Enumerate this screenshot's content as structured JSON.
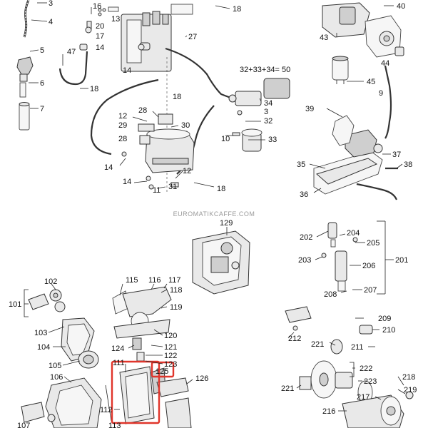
{
  "watermark": "EUROMATIKCAFFE.COM",
  "formula": "32+33+34= 50",
  "highlight_color": "#e0352b",
  "labels": {
    "l3a": "3",
    "l4": "4",
    "l5": "5",
    "l6": "6",
    "l7": "7",
    "l16": "16",
    "l20": "20",
    "l17": "17",
    "l14a": "14",
    "l13": "13",
    "l18a": "18",
    "l27": "27",
    "l14b": "14",
    "l47": "47",
    "l18b": "18",
    "l40": "40",
    "l43": "43",
    "l44": "44",
    "l45": "45",
    "l9": "9",
    "l18c": "18",
    "l34": "34",
    "l3b": "3",
    "l12a": "12",
    "l28a": "28",
    "l29": "29",
    "l28b": "28",
    "l30": "30",
    "l32": "32",
    "l10": "10",
    "l33": "33",
    "l14c": "14",
    "l14d": "14",
    "l11": "11",
    "l31": "31",
    "l12b": "12",
    "l18d": "18",
    "l39": "39",
    "l37": "37",
    "l35": "35",
    "l38": "38",
    "l36": "36",
    "l129": "129",
    "l202": "202",
    "l204": "204",
    "l205": "205",
    "l203": "203",
    "l206": "206",
    "l201": "201",
    "l208": "208",
    "l207": "207",
    "l102": "102",
    "l101": "101",
    "l103": "103",
    "l104": "104",
    "l105": "105",
    "l106": "106",
    "l107": "107",
    "l115": "115",
    "l116": "116",
    "l117": "117",
    "l118": "118",
    "l119": "119",
    "l120": "120",
    "l124": "124",
    "l121": "121",
    "l122": "122",
    "l123": "123",
    "l125": "125",
    "l111": "111",
    "l112": "112",
    "l113": "113",
    "l126": "126",
    "l209": "209",
    "l210": "210",
    "l212": "212",
    "l211": "211",
    "l221a": "221",
    "l222": "222",
    "l223": "223",
    "l221b": "221",
    "l218": "218",
    "l219": "219",
    "l217": "217",
    "l216": "216"
  }
}
